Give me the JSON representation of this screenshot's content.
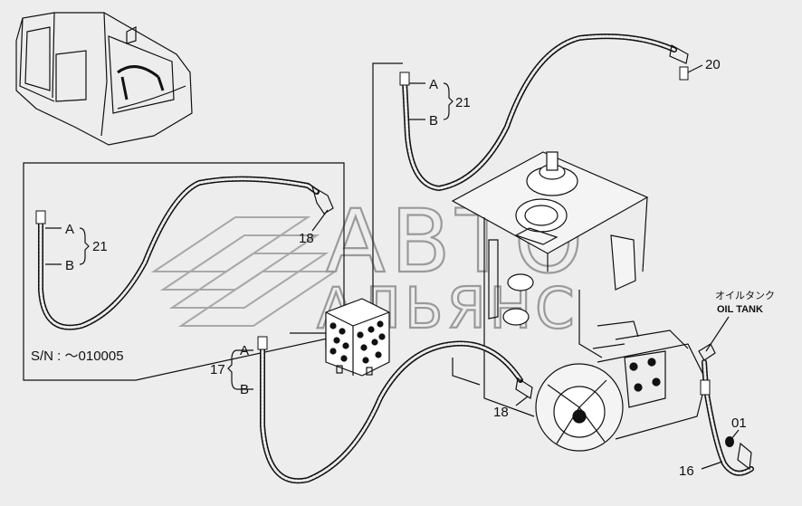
{
  "watermark": {
    "line1": "АВТО",
    "line2": "АЛЬЯНС"
  },
  "inset": {
    "serial": "S/N : ～010005"
  },
  "labels": {
    "a": "A",
    "b": "B",
    "p21": "21",
    "p17": "17",
    "p18": "18",
    "p20": "20",
    "p01": "01",
    "p16": "16",
    "oil_tank_jp": "オイルタンク",
    "oil_tank_en": "OIL TANK"
  }
}
